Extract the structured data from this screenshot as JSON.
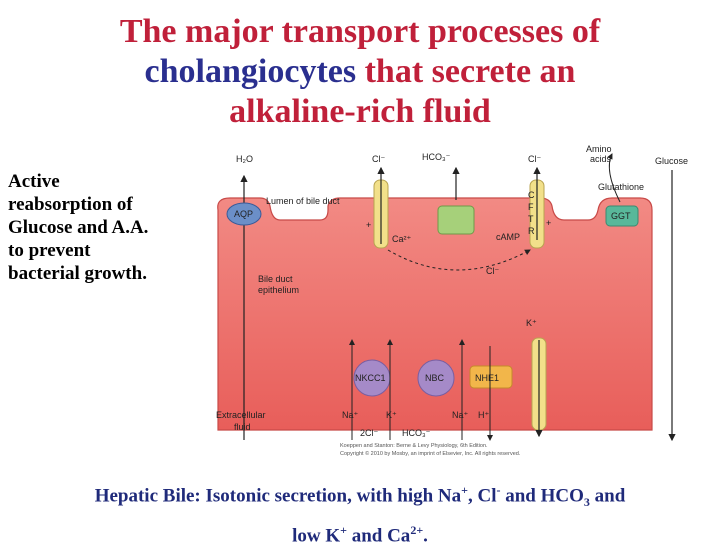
{
  "title": {
    "line1": "The major transport processes of",
    "line2_blue": "cholangiocytes",
    "line2_red": " that secrete an",
    "line3": "alkaline-rich fluid"
  },
  "side_note": [
    "Active",
    "reabsorption of",
    "Glucose and A.A.",
    "to prevent",
    "bacterial growth."
  ],
  "diagram": {
    "h2o": "H₂O",
    "cl_left": "Cl⁻",
    "hco3_top": "HCO₃⁻",
    "cl_right": "Cl⁻",
    "amino_acids_1": "Amino",
    "amino_acids_2": "acids",
    "glucose": "Glucose",
    "glutathione": "Glutathione",
    "lumen": "Lumen of bile duct",
    "aqp": "AQP",
    "ggt": "GGT",
    "cftr": [
      "C",
      "F",
      "T",
      "R"
    ],
    "plus_left": "+",
    "ca": "Ca²⁺",
    "plus_right": "+",
    "camp": "cAMP",
    "cl_mid": "Cl⁻",
    "epithelium_1": "Bile duct",
    "epithelium_2": "epithelium",
    "k_right": "K⁺",
    "nkcc1": "NKCC1",
    "nbc": "NBC",
    "nhe1": "NHE1",
    "extracellular_1": "Extracellular",
    "extracellular_2": "fluid",
    "na1": "Na⁺",
    "k_bottom": "K⁺",
    "na2": "Na⁺",
    "h": "H⁺",
    "cl2": "2Cl⁻",
    "hco3_bottom": "HCO₃⁻",
    "credit1": "Koeppen and Stanton: Berne & Levy Physiology, 6th Edition.",
    "credit2": "Copyright © 2010 by Mosby, an imprint of Elsevier, Inc. All rights reserved."
  },
  "footer": {
    "p1": "Hepatic Bile: Isotonic secretion, with high Na",
    "s1": "+",
    "p2": ", Cl",
    "s2": "-",
    "p3": " and HCO",
    "sub3": "3",
    "p4": " and",
    "p5": "low K",
    "s5": "+",
    "p6": " and Ca",
    "s6": "2+",
    "p7": "."
  },
  "colors": {
    "title_red": "#c0203a",
    "title_blue": "#2a2f8f",
    "cell": "#ef6f6a",
    "channel": "#f2e08a",
    "ggt": "#59b89a",
    "aqp": "#6b8fc8",
    "footer": "#1f2a7a"
  }
}
